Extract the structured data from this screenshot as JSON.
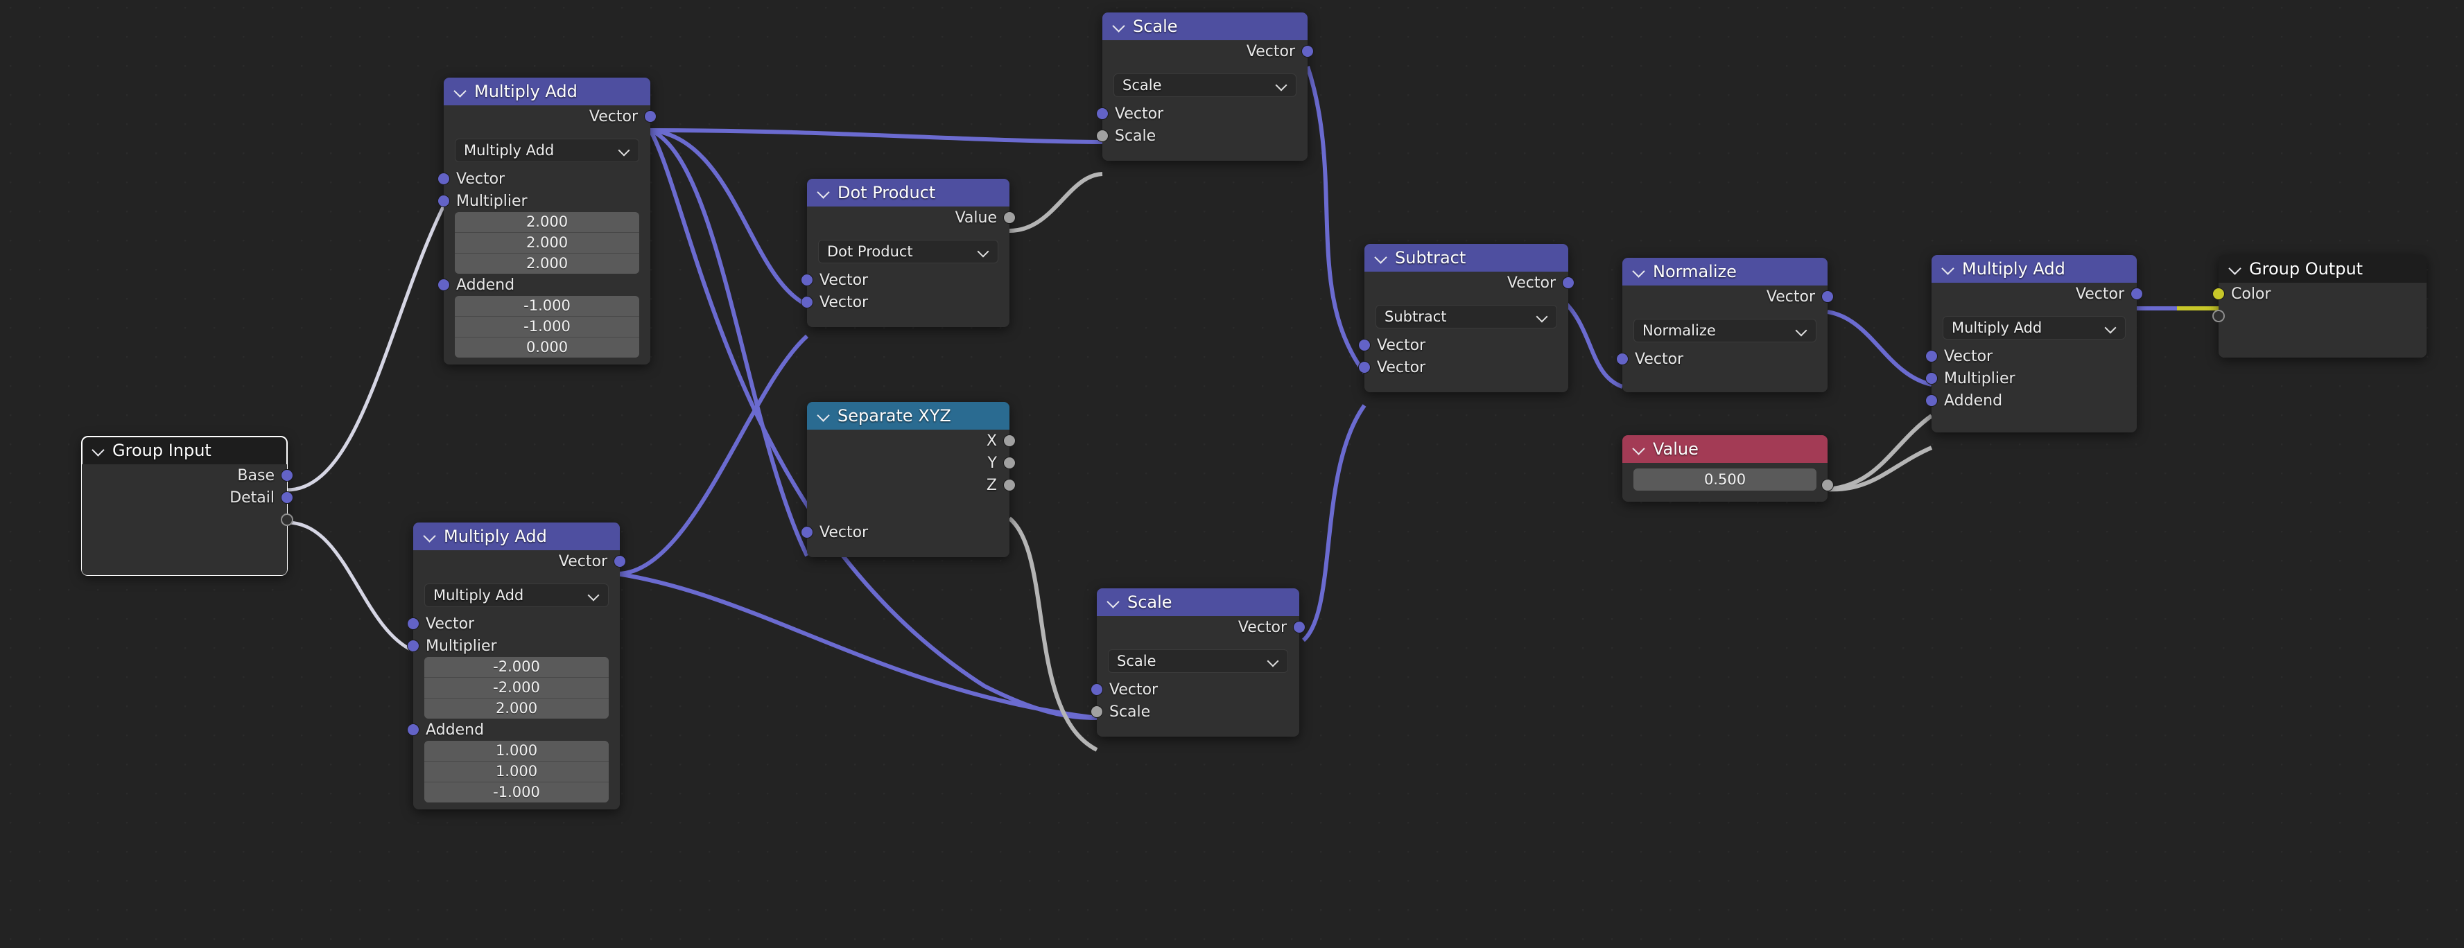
{
  "app": {
    "name": "Blender Shader Node Editor",
    "background_color": "#232323",
    "grid_dot_color": "#2e2e2e"
  },
  "palette": {
    "header_vector": "#4e4fa0",
    "header_converter": "#2a6b91",
    "header_input": "#a33b55",
    "header_group": "#1d1d1d",
    "node_body": "#303030",
    "socket_vector": "#6363c7",
    "socket_value": "#a1a1a1",
    "socket_color": "#c7c729",
    "link_vector": "#6b6bd0",
    "link_value": "#b5b5b5",
    "link_color": "#c7c729",
    "link_highlight": "#d8d8e8"
  },
  "icons": {
    "collapse": "chevron-down-icon",
    "dropdown": "chevron-down-icon"
  },
  "nodes": [
    {
      "id": "group_input",
      "title": "Group Input",
      "header_class": "hdr-group",
      "selected": true,
      "outputs": [
        "Base",
        "Detail",
        ""
      ],
      "inputs": []
    },
    {
      "id": "multiply_add_1",
      "title": "Multiply Add",
      "header_class": "hdr-vector",
      "selected": false,
      "outputs": [
        "Vector"
      ],
      "operation": "Multiply Add",
      "inputs": [
        "Vector",
        "Multiplier",
        "Addend"
      ],
      "multiplier": [
        "2.000",
        "2.000",
        "2.000"
      ],
      "addend": [
        "-1.000",
        "-1.000",
        "0.000"
      ]
    },
    {
      "id": "multiply_add_2",
      "title": "Multiply Add",
      "header_class": "hdr-vector",
      "selected": false,
      "outputs": [
        "Vector"
      ],
      "operation": "Multiply Add",
      "inputs": [
        "Vector",
        "Multiplier",
        "Addend"
      ],
      "multiplier": [
        "-2.000",
        "-2.000",
        "2.000"
      ],
      "addend": [
        "1.000",
        "1.000",
        "-1.000"
      ]
    },
    {
      "id": "dot_product",
      "title": "Dot Product",
      "header_class": "hdr-vector",
      "selected": false,
      "outputs": [
        "Value"
      ],
      "operation": "Dot Product",
      "inputs": [
        "Vector",
        "Vector"
      ]
    },
    {
      "id": "separate_xyz",
      "title": "Separate XYZ",
      "header_class": "hdr-converter",
      "selected": false,
      "outputs": [
        "X",
        "Y",
        "Z"
      ],
      "inputs": [
        "Vector"
      ]
    },
    {
      "id": "scale_top",
      "title": "Scale",
      "header_class": "hdr-vector",
      "selected": false,
      "outputs": [
        "Vector"
      ],
      "operation": "Scale",
      "inputs": [
        "Vector",
        "Scale"
      ]
    },
    {
      "id": "scale_bottom",
      "title": "Scale",
      "header_class": "hdr-vector",
      "selected": false,
      "outputs": [
        "Vector"
      ],
      "operation": "Scale",
      "inputs": [
        "Vector",
        "Scale"
      ]
    },
    {
      "id": "subtract",
      "title": "Subtract",
      "header_class": "hdr-vector",
      "selected": false,
      "outputs": [
        "Vector"
      ],
      "operation": "Subtract",
      "inputs": [
        "Vector",
        "Vector"
      ]
    },
    {
      "id": "normalize",
      "title": "Normalize",
      "header_class": "hdr-vector",
      "selected": false,
      "outputs": [
        "Vector"
      ],
      "operation": "Normalize",
      "inputs": [
        "Vector"
      ]
    },
    {
      "id": "value",
      "title": "Value",
      "header_class": "hdr-input",
      "selected": false,
      "value": "0.500"
    },
    {
      "id": "multiply_add_3",
      "title": "Multiply Add",
      "header_class": "hdr-vector",
      "selected": false,
      "outputs": [
        "Vector"
      ],
      "operation": "Multiply Add",
      "inputs": [
        "Vector",
        "Multiplier",
        "Addend"
      ]
    },
    {
      "id": "group_output",
      "title": "Group Output",
      "header_class": "hdr-group",
      "selected": false,
      "inputs": [
        "Color",
        ""
      ]
    }
  ],
  "labels": {
    "group_input": {
      "title": "Group Input",
      "out_base": "Base",
      "out_detail": "Detail"
    },
    "multiply_add_1": {
      "title": "Multiply Add",
      "out_vector": "Vector",
      "operation": "Multiply Add",
      "in_vector": "Vector",
      "in_multiplier": "Multiplier",
      "in_addend": "Addend",
      "mul_x": "2.000",
      "mul_y": "2.000",
      "mul_z": "2.000",
      "add_x": "-1.000",
      "add_y": "-1.000",
      "add_z": "0.000"
    },
    "multiply_add_2": {
      "title": "Multiply Add",
      "out_vector": "Vector",
      "operation": "Multiply Add",
      "in_vector": "Vector",
      "in_multiplier": "Multiplier",
      "in_addend": "Addend",
      "mul_x": "-2.000",
      "mul_y": "-2.000",
      "mul_z": "2.000",
      "add_x": "1.000",
      "add_y": "1.000",
      "add_z": "-1.000"
    },
    "dot_product": {
      "title": "Dot Product",
      "out_value": "Value",
      "operation": "Dot Product",
      "in_vector_a": "Vector",
      "in_vector_b": "Vector"
    },
    "separate_xyz": {
      "title": "Separate XYZ",
      "out_x": "X",
      "out_y": "Y",
      "out_z": "Z",
      "in_vector": "Vector"
    },
    "scale_top": {
      "title": "Scale",
      "out_vector": "Vector",
      "operation": "Scale",
      "in_vector": "Vector",
      "in_scale": "Scale"
    },
    "scale_bottom": {
      "title": "Scale",
      "out_vector": "Vector",
      "operation": "Scale",
      "in_vector": "Vector",
      "in_scale": "Scale"
    },
    "subtract": {
      "title": "Subtract",
      "out_vector": "Vector",
      "operation": "Subtract",
      "in_vector_a": "Vector",
      "in_vector_b": "Vector"
    },
    "normalize": {
      "title": "Normalize",
      "out_vector": "Vector",
      "operation": "Normalize",
      "in_vector": "Vector"
    },
    "value": {
      "title": "Value",
      "field": "0.500"
    },
    "multiply_add_3": {
      "title": "Multiply Add",
      "out_vector": "Vector",
      "operation": "Multiply Add",
      "in_vector": "Vector",
      "in_multiplier": "Multiplier",
      "in_addend": "Addend"
    },
    "group_output": {
      "title": "Group Output",
      "in_color": "Color"
    }
  },
  "links": [
    {
      "from": "group_input.Base",
      "to": "multiply_add_1.Vector",
      "type": "highlight"
    },
    {
      "from": "group_input.Detail",
      "to": "multiply_add_2.Vector",
      "type": "highlight"
    },
    {
      "from": "multiply_add_1.Vector",
      "to": "scale_top.Vector",
      "type": "vector"
    },
    {
      "from": "multiply_add_1.Vector",
      "to": "dot_product.VectorA",
      "type": "vector"
    },
    {
      "from": "multiply_add_1.Vector",
      "to": "separate_xyz.Vector",
      "type": "vector"
    },
    {
      "from": "multiply_add_1.Vector",
      "to": "scale_bottom.Vector",
      "type": "vector"
    },
    {
      "from": "multiply_add_2.Vector",
      "to": "dot_product.VectorB",
      "type": "vector"
    },
    {
      "from": "multiply_add_2.Vector",
      "to": "scale_bottom.Vector",
      "type": "vector"
    },
    {
      "from": "dot_product.Value",
      "to": "scale_top.Scale",
      "type": "value"
    },
    {
      "from": "separate_xyz.Z",
      "to": "scale_bottom.Scale",
      "type": "value"
    },
    {
      "from": "scale_top.Vector",
      "to": "subtract.VectorA",
      "type": "vector"
    },
    {
      "from": "scale_bottom.Vector",
      "to": "subtract.VectorB",
      "type": "vector"
    },
    {
      "from": "subtract.Vector",
      "to": "normalize.Vector",
      "type": "vector"
    },
    {
      "from": "normalize.Vector",
      "to": "multiply_add_3.Vector",
      "type": "vector"
    },
    {
      "from": "value.Value",
      "to": "multiply_add_3.Multiplier",
      "type": "value"
    },
    {
      "from": "value.Value",
      "to": "multiply_add_3.Addend",
      "type": "value"
    },
    {
      "from": "multiply_add_3.Vector",
      "to": "group_output.Color",
      "type": "color"
    }
  ]
}
